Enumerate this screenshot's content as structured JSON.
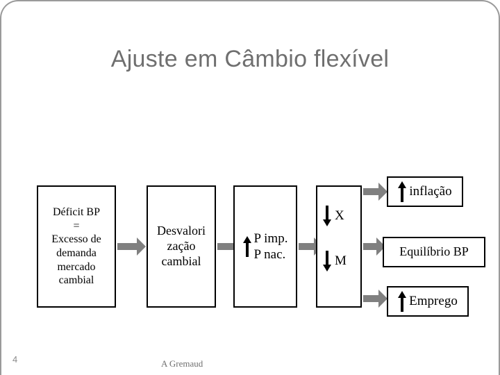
{
  "slide": {
    "title": "Ajuste em Câmbio flexível",
    "number": "4",
    "footer_author": "A Gremaud"
  },
  "diagram": {
    "boxes": [
      {
        "id": "deficit",
        "lines": [
          "Déficit  BP",
          "=",
          "Excesso de",
          "demanda",
          "mercado",
          "cambial"
        ]
      },
      {
        "id": "desvalorizacao",
        "lines": [
          "Desvalori",
          "zação",
          "cambial"
        ]
      },
      {
        "id": "precos",
        "lines": [
          "P imp.",
          "P nac."
        ],
        "arrow": "up"
      },
      {
        "id": "xm",
        "items": [
          {
            "label": "X",
            "arrow": "down"
          },
          {
            "label": "M",
            "arrow": "down"
          }
        ]
      },
      {
        "id": "inflacao",
        "label": "inflação",
        "arrow": "up"
      },
      {
        "id": "equilibrio",
        "label": "Equilíbrio BP"
      },
      {
        "id": "emprego",
        "label": "Emprego",
        "arrow": "up"
      }
    ],
    "connector_color": "#808080",
    "box_border_color": "#000000"
  },
  "colors": {
    "title": "#6f6f6f",
    "frame": "#9a9a9a",
    "background": "#ffffff",
    "arrow": "#808080"
  }
}
